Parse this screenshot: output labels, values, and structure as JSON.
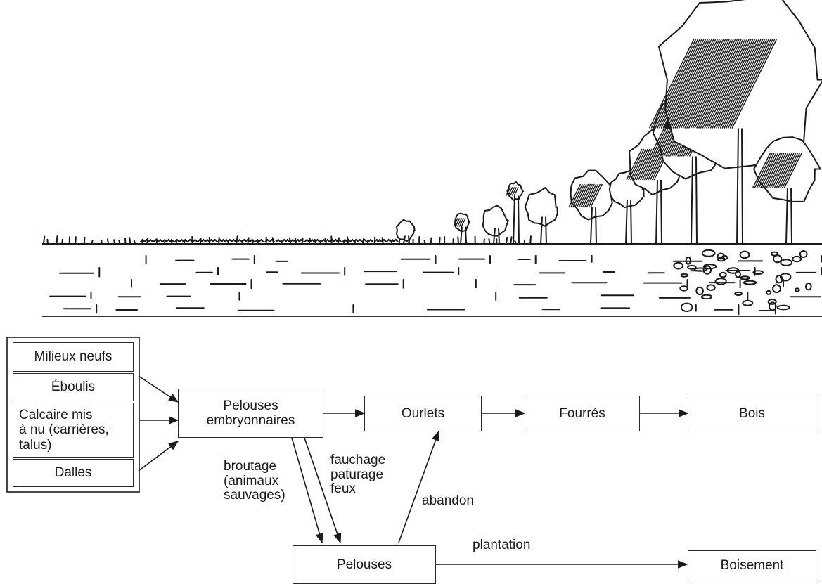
{
  "sources": [
    {
      "id": "milieux",
      "label": "Milieux neufs"
    },
    {
      "id": "eboulis",
      "label": "Éboulis"
    },
    {
      "id": "calcaire",
      "label": "Calcaire mis\nà nu (carrières,\ntalus)"
    },
    {
      "id": "dalles",
      "label": "Dalles"
    }
  ],
  "nodes": {
    "pelouses_embryonnaires": "Pelouses\nembryonnaires",
    "ourlets": "Ourlets",
    "fourres": "Fourrés",
    "bois": "Bois",
    "pelouses": "Pelouses",
    "boisement": "Boisement"
  },
  "edge_labels": {
    "broutage": "broutage\n(animaux\nsauvages)",
    "fauchage": "fauchage\npaturage\nfeux",
    "abandon": "abandon",
    "plantation": "plantation"
  },
  "colors": {
    "ink": "#1a1a1a",
    "background": "#ffffff"
  }
}
